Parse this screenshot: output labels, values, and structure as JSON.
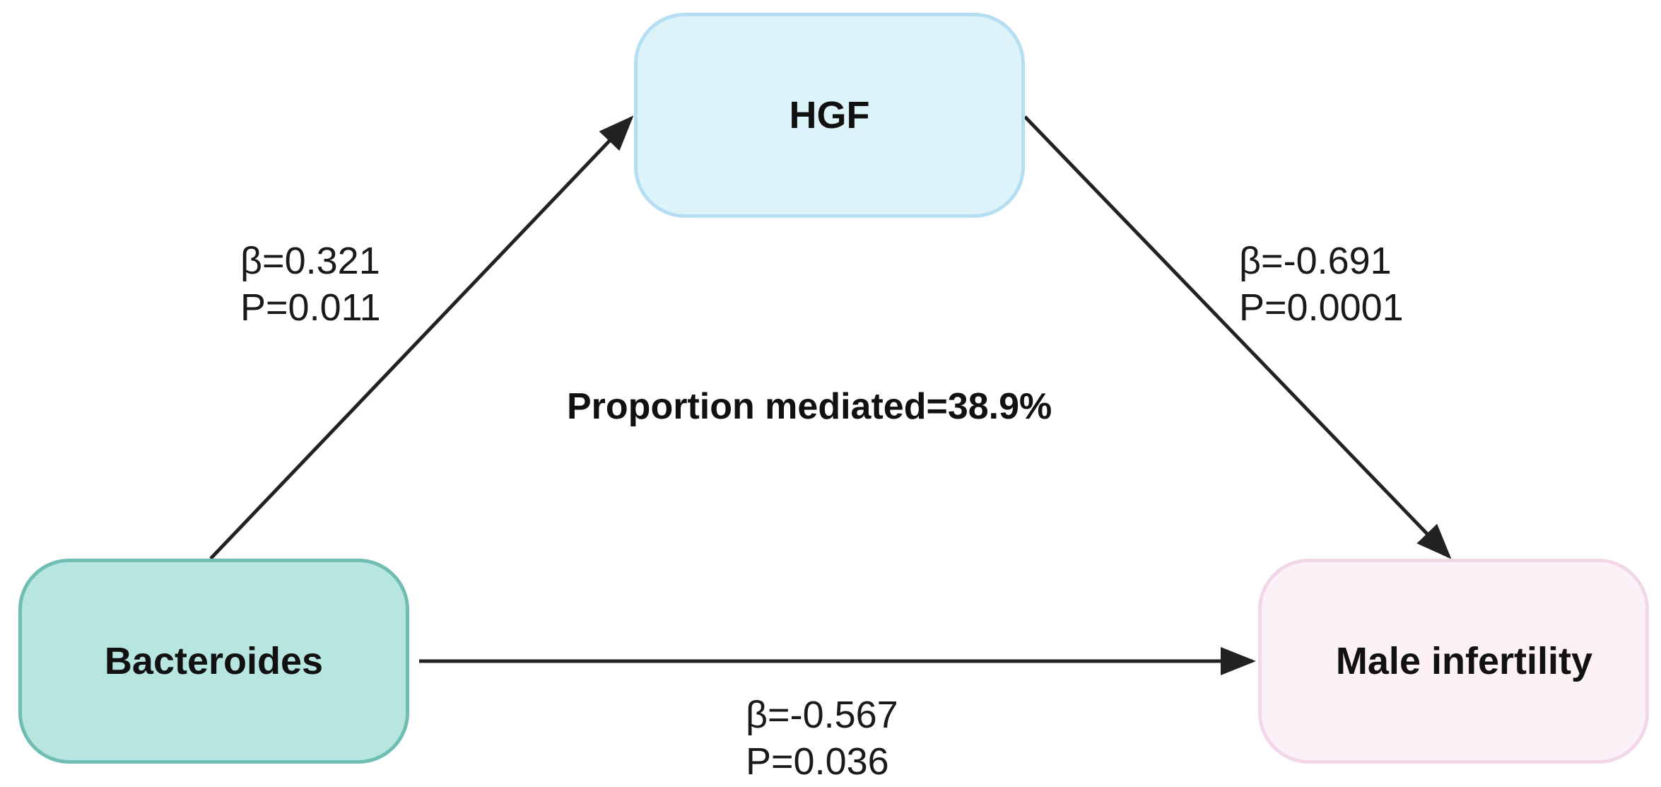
{
  "nodes": {
    "mediator": "HGF",
    "exposure": "Bacteroides",
    "outcome": "Male infertility"
  },
  "paths": {
    "exposure_to_mediator": {
      "beta": "β=0.321",
      "p": "P=0.011"
    },
    "mediator_to_outcome": {
      "beta": "β=-0.691",
      "p": "P=0.0001"
    },
    "exposure_to_outcome": {
      "beta": "β=-0.567",
      "p": "P=0.036"
    }
  },
  "mediation": {
    "label": "Proportion mediated=38.9%"
  },
  "colors": {
    "mediator_fill": "#ddf3fa",
    "mediator_border": "#b6def2",
    "exposure_fill": "#b7e5df",
    "exposure_border": "#6fbdb3",
    "outcome_fill": "#fdf1f8",
    "outcome_border": "#f2d7e8",
    "arrow": "#222222"
  }
}
